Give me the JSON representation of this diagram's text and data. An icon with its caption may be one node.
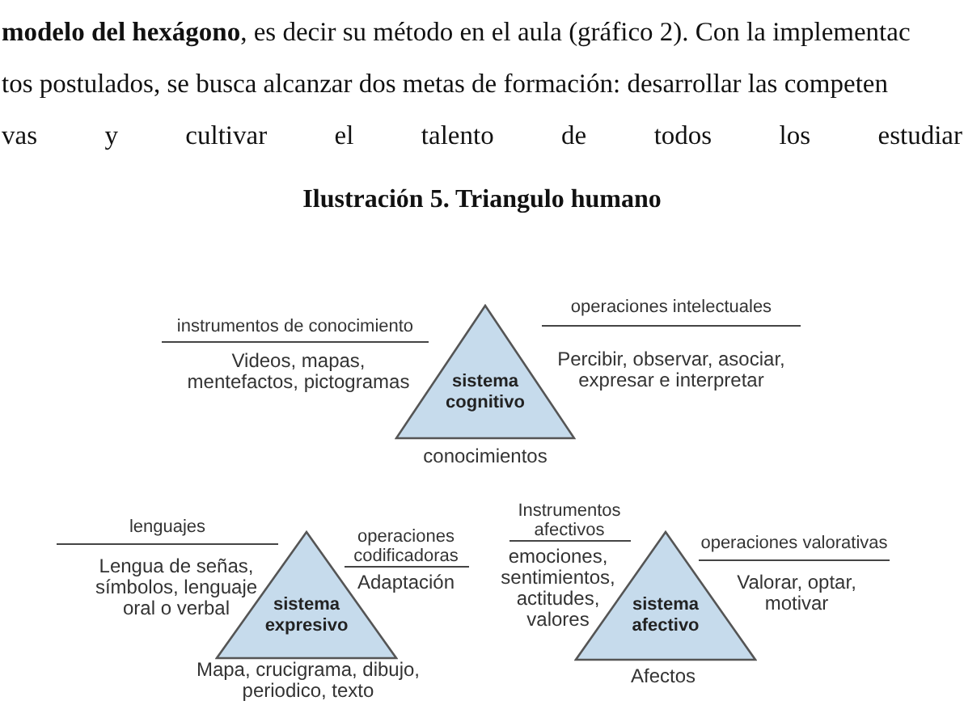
{
  "diagram": {
    "title": "Ilustración 5. Triangulo humano",
    "nodes": [
      {
        "text": [
          "sistema cognitivo"
        ],
        "beside": [
          "instrumentos de conocimiento",
          "Videos, mapas, mentefactos, pictogramas",
          "operaciones intelectuales",
          "Percibir, observar, asociar, expresar e interpretar",
          "conocimientos"
        ]
      },
      {
        "text": [
          "sistema expresivo"
        ],
        "beside": [
          "lenguajes",
          "Lengua de señas, símbolos, lenguaje oral o verbal",
          "operaciones codificadoras",
          "Adaptación",
          "Mapa, crucigrama, dibujo, periodico, texto"
        ]
      },
      {
        "text": [
          "sistema afectivo"
        ],
        "beside": [
          "Instrumentos afectivos",
          "emociones, sentimientos, actitudes, valores",
          "operaciones valorativas",
          "Valorar, optar, motivar",
          "Afectos"
        ]
      }
    ],
    "edges": [],
    "labels": [
      "**modelo del hexágono**, es decir su método en el aula (gráfico 2). Con la implementac",
      "tos postulados, se busca alcanzar dos metas de formación: desarrollar las competen",
      "vas y cultivar el talento de todos los estudiar"
    ]
  }
}
